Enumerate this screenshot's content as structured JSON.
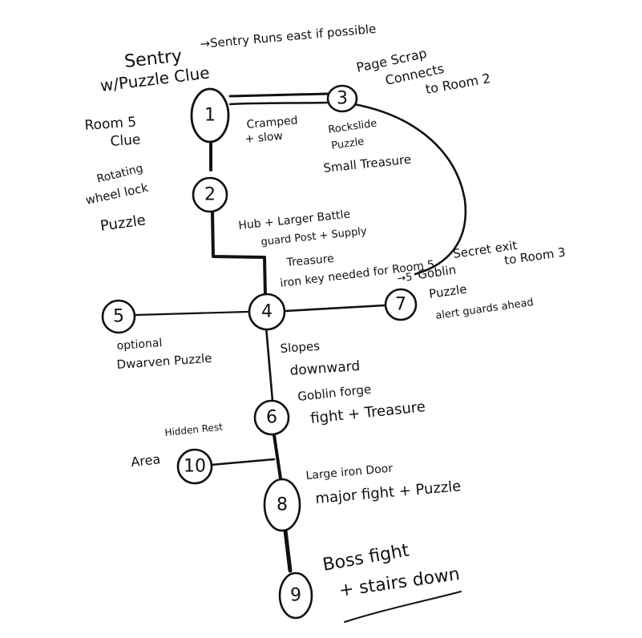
{
  "colors": {
    "ink": "#111111",
    "paper": "#ffffff"
  },
  "rooms": [
    {
      "id": "1",
      "label": "1"
    },
    {
      "id": "2",
      "label": "2"
    },
    {
      "id": "3",
      "label": "3"
    },
    {
      "id": "4",
      "label": "4"
    },
    {
      "id": "5",
      "label": "5"
    },
    {
      "id": "6",
      "label": "6"
    },
    {
      "id": "7",
      "label": "7"
    },
    {
      "id": "8",
      "label": "8"
    },
    {
      "id": "9",
      "label": "9"
    },
    {
      "id": "10",
      "label": "10"
    }
  ],
  "notes": {
    "sentry_title": "Sentry",
    "sentry_clue": "w/Puzzle Clue",
    "sentry_runs": "→Sentry Runs east if possible",
    "room5_clue_l1": "Room 5",
    "room5_clue_l2": "Clue",
    "page_scrap_l1": "Page Scrap",
    "page_scrap_l2": "Connects",
    "page_scrap_l3": "to Room 2",
    "cramped_l1": "Cramped",
    "cramped_l2": "+ slow",
    "rockslide_l1": "Rockslide",
    "rockslide_l2": "Puzzle",
    "rockslide_l3": "Small Treasure",
    "rotating_l1": "Rotating",
    "rotating_l2": "wheel lock",
    "rotating_l3": "Puzzle",
    "hub_l1": "Hub + Larger Battle",
    "hub_l2": "guard Post + Supply",
    "hub_l3": "Treasure",
    "hub_l4": "iron key needed for Room 5",
    "secret_exit_l1": "Secret exit",
    "secret_exit_l2": "to Room 3",
    "goblin_puzzle_l1": "Goblin",
    "goblin_puzzle_l2": "Puzzle",
    "goblin_puzzle_l3": "alert guards ahead",
    "five_arrow": "→5",
    "optional_l1": "optional",
    "optional_l2": "Dwarven Puzzle",
    "slopes_l1": "Slopes",
    "slopes_l2": "downward",
    "goblin_forge_l1": "Goblin forge",
    "goblin_forge_l2": "fight + Treasure",
    "hidden_rest": "Hidden Rest",
    "area": "Area",
    "iron_door_l1": "Large iron Door",
    "iron_door_l2": "major fight + Puzzle",
    "boss_l1": "Boss fight",
    "boss_l2": "+ stairs down"
  }
}
